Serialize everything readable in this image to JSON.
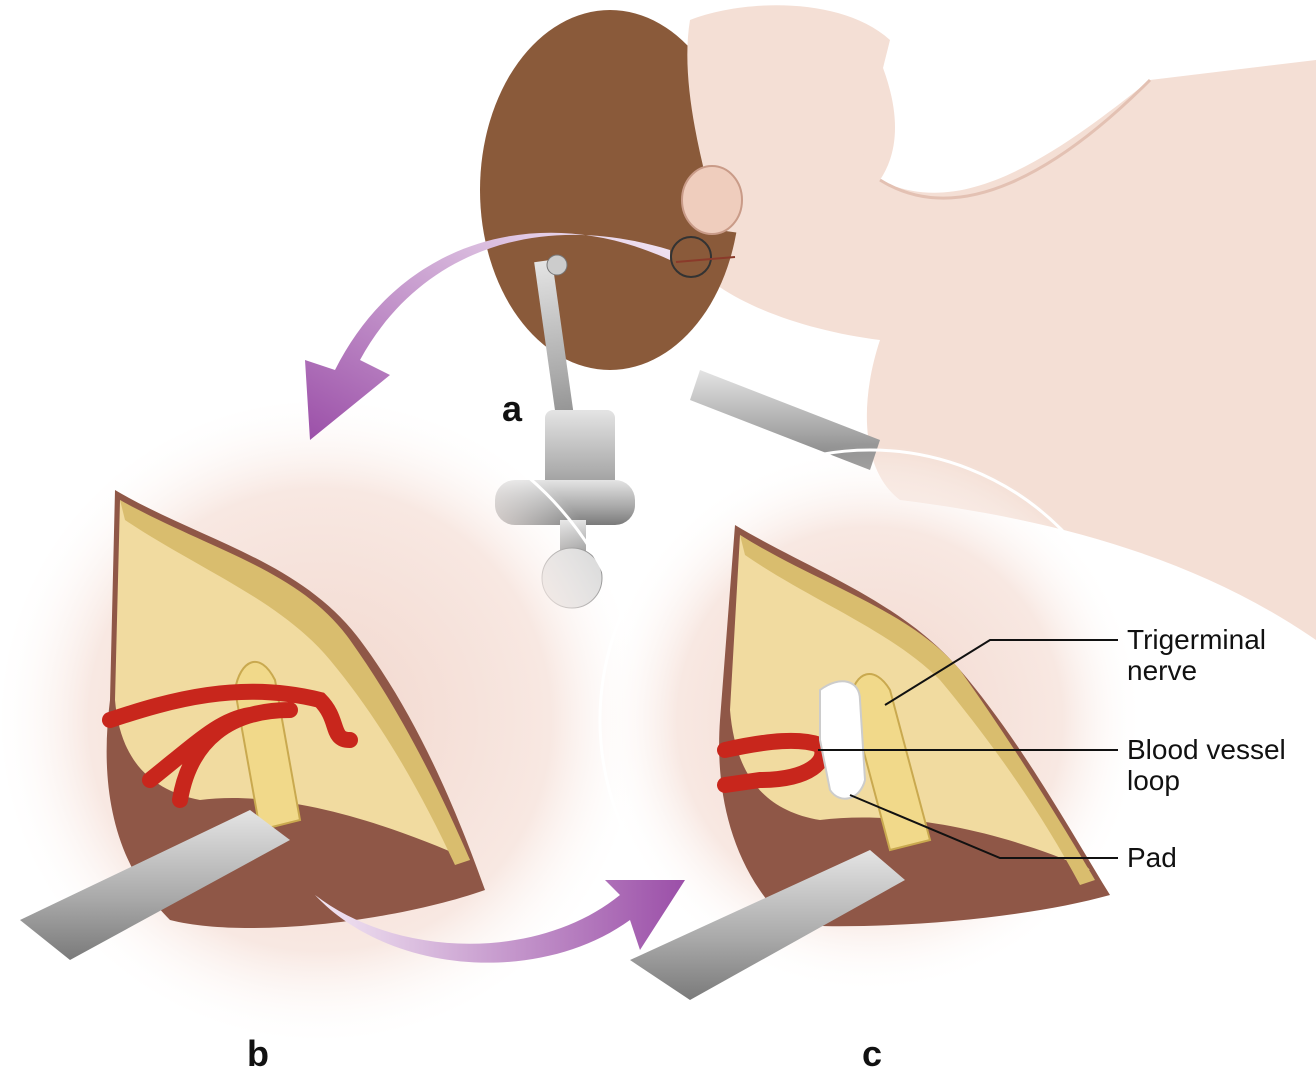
{
  "panels": {
    "a": "a",
    "b": "b",
    "c": "c"
  },
  "callouts": [
    {
      "line1": "Trigerminal",
      "line2": "nerve"
    },
    {
      "line1": "Blood vessel",
      "line2": "loop"
    },
    {
      "line1": "Pad",
      "line2": ""
    }
  ],
  "colors": {
    "skin": "#f3ddd2",
    "hair": "#8a5a3a",
    "arrow": "#9b4fa8",
    "vessel": "#c8261c",
    "nerve": "#f1d98a",
    "bone": "#e8cf8a",
    "muscle": "#8f5747",
    "metal": "#a9a9a9"
  }
}
